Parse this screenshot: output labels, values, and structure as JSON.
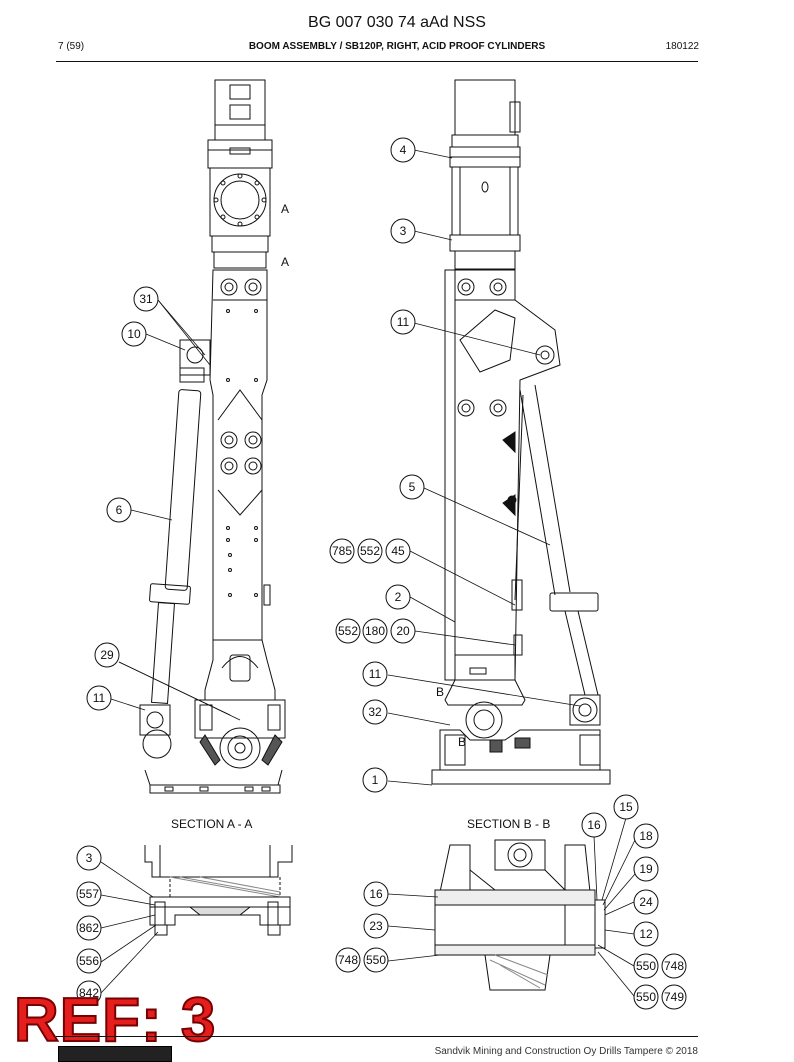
{
  "header": {
    "doc_code": "BG 007 030 74 aAd NSS",
    "page": "7 (59)",
    "title": "BOOM ASSEMBLY / SB120P, RIGHT, ACID PROOF CYLINDERS",
    "date_code": "180122"
  },
  "sections": {
    "a": "SECTION A - A",
    "b": "SECTION B - B"
  },
  "section_marks": {
    "a1": "A",
    "a2": "A",
    "b1": "B",
    "b2": "B"
  },
  "callouts": {
    "c4": "4",
    "c3": "3",
    "c31": "31",
    "c10": "10",
    "c11a": "11",
    "c5": "5",
    "c6": "6",
    "c785": "785",
    "c552a": "552",
    "c45": "45",
    "c2": "2",
    "c552b": "552",
    "c180": "180",
    "c20": "20",
    "c29": "29",
    "c11b": "11",
    "c11c": "11",
    "c32": "32",
    "c1": "1",
    "c15": "15",
    "c16a": "16",
    "c18": "18",
    "c3b": "3",
    "c19": "19",
    "c557": "557",
    "c16b": "16",
    "c24": "24",
    "c862": "862",
    "c23": "23",
    "c12": "12",
    "c556": "556",
    "c748a": "748",
    "c550a": "550",
    "c550b": "550",
    "c748b": "748",
    "c550c": "550",
    "c749": "749",
    "c842": "842"
  },
  "ref_stamp": "REF: 3",
  "footer": {
    "copyright": "Sandvik Mining and Construction Oy Drills Tampere © 2018"
  }
}
